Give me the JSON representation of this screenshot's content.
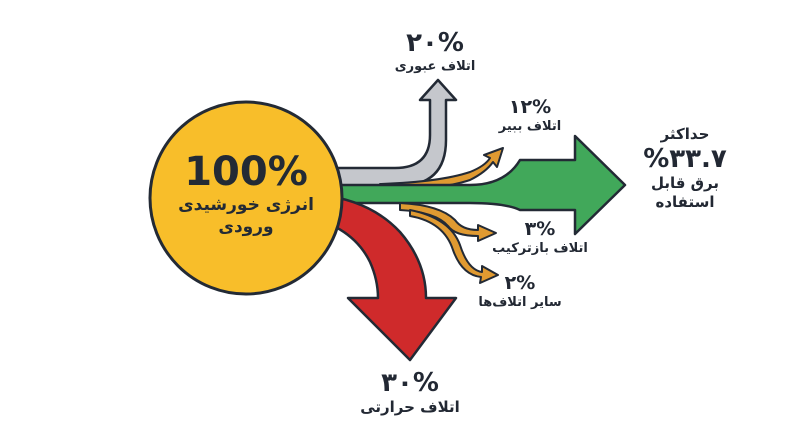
{
  "colors": {
    "input_circle": "#F8BE2A",
    "useful": "#41A85A",
    "thermal": "#CF2A2B",
    "transmission": "#C5C7CC",
    "minor": "#E09A31",
    "outline": "#232A35"
  },
  "input": {
    "percent": "100%",
    "label_line1": "انرژی خورشیدی",
    "label_line2": "ورودی"
  },
  "transmission": {
    "percent": "۲۰%",
    "label": "اتلاف عبوری"
  },
  "chlorophyll": {
    "percent": "۱۲%",
    "label": "اتلاف ببیر"
  },
  "recombination": {
    "percent": "۳%",
    "label": "اتلاف بازترکیب"
  },
  "other": {
    "percent": "۲%",
    "label": "سایر اتلاف‌ها"
  },
  "thermal": {
    "percent": "۳۰%",
    "label": "اتلاف حرارتی"
  },
  "output": {
    "title": "حداکثر",
    "percent": "%۳۳.۷",
    "label_line1": "برق قابل",
    "label_line2": "استفاده"
  }
}
